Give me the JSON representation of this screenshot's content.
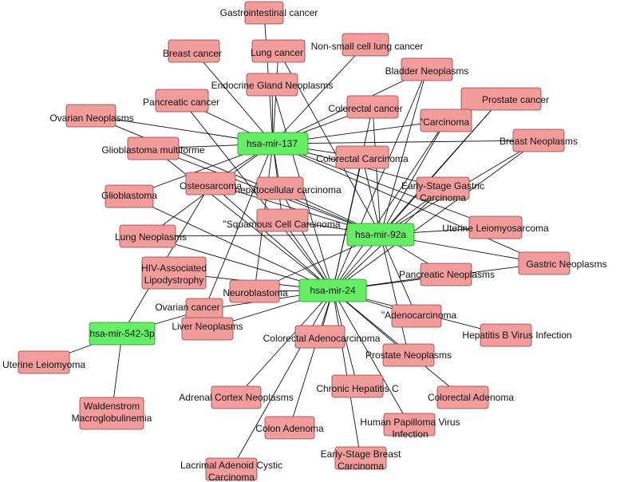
{
  "colors": {
    "mirna_fill": "#66ee66",
    "mirna_stroke": "#2a8a2a",
    "disease_fill": "#f29c9c",
    "disease_stroke": "#8a4040",
    "edge": "#111111"
  },
  "mirnas": [
    {
      "id": "m137",
      "label": "hsa-mir-137"
    },
    {
      "id": "m92a",
      "label": "hsa-mir-92a"
    },
    {
      "id": "m24",
      "label": "hsa-mir-24"
    },
    {
      "id": "m542",
      "label": "hsa-mir-542-3p"
    }
  ],
  "diseases": [
    {
      "id": "gastro",
      "label": "Gastrointestinal cancer"
    },
    {
      "id": "breastc",
      "label": "Breast cancer"
    },
    {
      "id": "lungc",
      "label": "Lung cancer"
    },
    {
      "id": "nsclc",
      "label": "Non-small cell lung cancer"
    },
    {
      "id": "bladder",
      "label": "Bladder Neoplasms"
    },
    {
      "id": "endocrine",
      "label": "Endocrine Gland Neoplasms"
    },
    {
      "id": "pancc",
      "label": "Pancreatic cancer"
    },
    {
      "id": "prostc",
      "label": "Prostate cancer"
    },
    {
      "id": "colorc",
      "label": "Colorectal cancer"
    },
    {
      "id": "ovarianN",
      "label": "Ovarian Neoplasms"
    },
    {
      "id": "carcinoma",
      "label": "\"Carcinoma"
    },
    {
      "id": "breastN",
      "label": "Breast Neoplasms"
    },
    {
      "id": "glioMult",
      "label": "Glioblastoma multiforme"
    },
    {
      "id": "colCarc",
      "label": "Colorectal Carcinoma"
    },
    {
      "id": "earlyGastric",
      "label": "Early-Stage Gastric Carcinoma"
    },
    {
      "id": "osteo",
      "label": "Osteosarcoma"
    },
    {
      "id": "hepato",
      "label": "hepatocellular carcinoma"
    },
    {
      "id": "glioblastoma",
      "label": "Glioblastoma"
    },
    {
      "id": "squamous",
      "label": "\"Squamous Cell Carcinoma"
    },
    {
      "id": "uterineLeio",
      "label": "Uterine Leiomyosarcoma"
    },
    {
      "id": "lungN",
      "label": "Lung Neoplasms"
    },
    {
      "id": "gastricN",
      "label": "Gastric Neoplasms"
    },
    {
      "id": "hiv",
      "label": "HIV-Associated Lipodystrophy"
    },
    {
      "id": "pancN",
      "label": "Pancreatic Neoplasms"
    },
    {
      "id": "neuro",
      "label": "Neuroblastoma"
    },
    {
      "id": "ovarianc",
      "label": "Ovarian cancer"
    },
    {
      "id": "adeno",
      "label": "\"Adenocarcinoma"
    },
    {
      "id": "hepB",
      "label": "Hepatitis B Virus Infection"
    },
    {
      "id": "liverN",
      "label": "Liver Neoplasms"
    },
    {
      "id": "colAdeno",
      "label": "Colorectal Adenocarcinoma"
    },
    {
      "id": "prostN",
      "label": "Prostate Neoplasms"
    },
    {
      "id": "uterineLeioma",
      "label": "Uterine Leiomyoma"
    },
    {
      "id": "chronHepC",
      "label": "Chronic Hepatitis C"
    },
    {
      "id": "adrenal",
      "label": "Adrenal Cortex Neoplasms"
    },
    {
      "id": "colorAdenoma",
      "label": "Colorectal Adenoma"
    },
    {
      "id": "waldenstrom",
      "label": "Waldenstrom Macroglobulinemia"
    },
    {
      "id": "hpv",
      "label": "Human Papilloma Virus Infection"
    },
    {
      "id": "colonAdenoma",
      "label": "Colon Adenoma"
    },
    {
      "id": "earlyBreast",
      "label": "Early-Stage Breast Carcinoma"
    },
    {
      "id": "lacrimal",
      "label": "Lacrimal Adenoid Cystic Carcinoma"
    }
  ],
  "edges": [
    [
      "m137",
      "gastro"
    ],
    [
      "m137",
      "breastc"
    ],
    [
      "m137",
      "lungc"
    ],
    [
      "m137",
      "nsclc"
    ],
    [
      "m137",
      "bladder"
    ],
    [
      "m137",
      "endocrine"
    ],
    [
      "m137",
      "pancc"
    ],
    [
      "m137",
      "ovarianN"
    ],
    [
      "m137",
      "glioMult"
    ],
    [
      "m137",
      "colCarc"
    ],
    [
      "m137",
      "breastN"
    ],
    [
      "m137",
      "carcinoma"
    ],
    [
      "m137",
      "osteo"
    ],
    [
      "m137",
      "hepato"
    ],
    [
      "m137",
      "glioblastoma"
    ],
    [
      "m137",
      "squamous"
    ],
    [
      "m137",
      "neuro"
    ],
    [
      "m137",
      "lungN"
    ],
    [
      "m137",
      "gastricN"
    ],
    [
      "m137",
      "uterineLeio"
    ],
    [
      "m137",
      "colorc"
    ],
    [
      "m137",
      "earlyGastric"
    ],
    [
      "m137",
      "ovarianc"
    ],
    [
      "m92a",
      "lungc"
    ],
    [
      "m92a",
      "bladder"
    ],
    [
      "m92a",
      "prostc"
    ],
    [
      "m92a",
      "colorc"
    ],
    [
      "m92a",
      "carcinoma"
    ],
    [
      "m92a",
      "breastN"
    ],
    [
      "m92a",
      "colCarc"
    ],
    [
      "m92a",
      "earlyGastric"
    ],
    [
      "m92a",
      "hepato"
    ],
    [
      "m92a",
      "squamous"
    ],
    [
      "m92a",
      "uterineLeio"
    ],
    [
      "m92a",
      "gastricN"
    ],
    [
      "m92a",
      "pancN"
    ],
    [
      "m92a",
      "lungN"
    ],
    [
      "m92a",
      "adeno"
    ],
    [
      "m92a",
      "prostN"
    ],
    [
      "m92a",
      "osteo"
    ],
    [
      "m92a",
      "ovarianN"
    ],
    [
      "m92a",
      "glioMult"
    ],
    [
      "m92a",
      "neuro"
    ],
    [
      "m24",
      "colorc"
    ],
    [
      "m24",
      "bladder"
    ],
    [
      "m24",
      "prostc"
    ],
    [
      "m24",
      "carcinoma"
    ],
    [
      "m24",
      "breastN"
    ],
    [
      "m24",
      "colCarc"
    ],
    [
      "m24",
      "earlyGastric"
    ],
    [
      "m24",
      "squamous"
    ],
    [
      "m24",
      "hepato"
    ],
    [
      "m24",
      "osteo"
    ],
    [
      "m24",
      "glioblastoma"
    ],
    [
      "m24",
      "lungN"
    ],
    [
      "m24",
      "hiv"
    ],
    [
      "m24",
      "neuro"
    ],
    [
      "m24",
      "ovarianc"
    ],
    [
      "m24",
      "pancN"
    ],
    [
      "m24",
      "gastricN"
    ],
    [
      "m24",
      "adeno"
    ],
    [
      "m24",
      "hepB"
    ],
    [
      "m24",
      "liverN"
    ],
    [
      "m24",
      "colAdeno"
    ],
    [
      "m24",
      "prostN"
    ],
    [
      "m24",
      "chronHepC"
    ],
    [
      "m24",
      "adrenal"
    ],
    [
      "m24",
      "colorAdenoma"
    ],
    [
      "m24",
      "hpv"
    ],
    [
      "m24",
      "colonAdenoma"
    ],
    [
      "m24",
      "earlyBreast"
    ],
    [
      "m24",
      "lacrimal"
    ],
    [
      "m24",
      "glioMult"
    ],
    [
      "m24",
      "endocrine"
    ],
    [
      "m24",
      "pancc"
    ],
    [
      "m542",
      "uterineLeioma"
    ],
    [
      "m542",
      "waldenstrom"
    ],
    [
      "m542",
      "ovarianc"
    ],
    [
      "m542",
      "osteo"
    ]
  ]
}
